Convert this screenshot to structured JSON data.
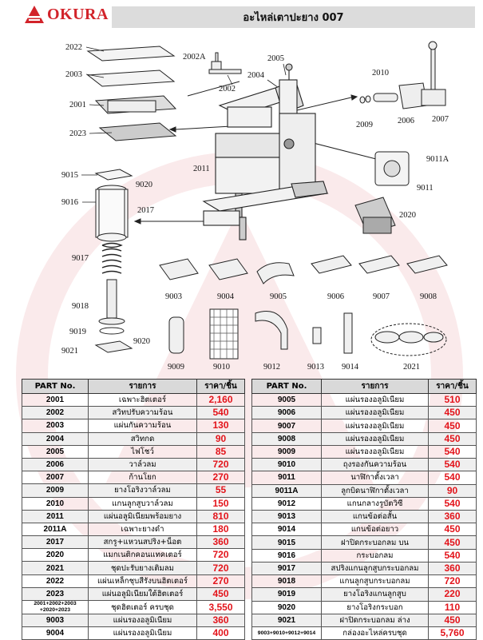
{
  "header": {
    "brand": "OKURA",
    "title": "อะไหล่เตาปะยาง 007"
  },
  "diagram": {
    "labels": [
      "2022",
      "2003",
      "2001",
      "2023",
      "2002A",
      "2002",
      "2005",
      "2004",
      "2010",
      "2009",
      "2006",
      "2007",
      "9011A",
      "9011",
      "2011",
      "2020",
      "9015",
      "9020",
      "9016",
      "2017",
      "9017",
      "9018",
      "9019",
      "9020",
      "9021",
      "9003",
      "9004",
      "9005",
      "9006",
      "9007",
      "9008",
      "9009",
      "9010",
      "9012",
      "9013",
      "9014",
      "2021"
    ]
  },
  "table_left": {
    "headers": [
      "PART No.",
      "รายการ",
      "ราคา/ชิ้น"
    ],
    "rows": [
      {
        "part": "2001",
        "name": "เฉพาะฮิตเตอร์",
        "price": "2,160"
      },
      {
        "part": "2002",
        "name": "สวิทปรับความร้อน",
        "price": "540"
      },
      {
        "part": "2003",
        "name": "แผ่นกันความร้อน",
        "price": "130"
      },
      {
        "part": "2004",
        "name": "สวิทกด",
        "price": "90"
      },
      {
        "part": "2005",
        "name": "ไฟโชว์",
        "price": "85"
      },
      {
        "part": "2006",
        "name": "วาล์วลม",
        "price": "720"
      },
      {
        "part": "2007",
        "name": "ก้านโยก",
        "price": "270"
      },
      {
        "part": "2009",
        "name": "ยางโอริงวาล์วลม",
        "price": "55"
      },
      {
        "part": "2010",
        "name": "แกนลูกสูบวาล์วลม",
        "price": "150"
      },
      {
        "part": "2011",
        "name": "แผ่นอลูมิเนียมพร้อมยาง",
        "price": "810"
      },
      {
        "part": "2011A",
        "name": "เฉพาะยางดำ",
        "price": "180"
      },
      {
        "part": "2017",
        "name": "สกรู+แหวนสปริง+น็อต",
        "price": "360"
      },
      {
        "part": "2020",
        "name": "แมกเนติกคอนแทคเตอร์",
        "price": "720"
      },
      {
        "part": "2021",
        "name": "ชุดปะรับยางเติมลม",
        "price": "720"
      },
      {
        "part": "2022",
        "name": "แผ่นเหล็กชุบสีรังบนฮิตเตอร์",
        "price": "270"
      },
      {
        "part": "2023",
        "name": "แผ่นอลูมิเนียมใต้ฮิตเตอร์",
        "price": "450"
      },
      {
        "part": "2001+2002+2003\n+2020+2023",
        "name": "ชุดฮิตเตอร์ ครบชุด",
        "price": "3,550"
      },
      {
        "part": "9003",
        "name": "แผ่นรองอลูมิเนียม",
        "price": "360"
      },
      {
        "part": "9004",
        "name": "แผ่นรองอลูมิเนียม",
        "price": "400"
      }
    ]
  },
  "table_right": {
    "headers": [
      "PART No.",
      "รายการ",
      "ราคา/ชิ้น"
    ],
    "rows": [
      {
        "part": "9005",
        "name": "แผ่นรองอลูมิเนียม",
        "price": "510"
      },
      {
        "part": "9006",
        "name": "แผ่นรองอลูมิเนียม",
        "price": "450"
      },
      {
        "part": "9007",
        "name": "แผ่นรองอลูมิเนียม",
        "price": "450"
      },
      {
        "part": "9008",
        "name": "แผ่นรองอลูมิเนียม",
        "price": "450"
      },
      {
        "part": "9009",
        "name": "แผ่นรองอลูมิเนียม",
        "price": "540"
      },
      {
        "part": "9010",
        "name": "ถุงรองกันความร้อน",
        "price": "540"
      },
      {
        "part": "9011",
        "name": "นาฬิกาตั้งเวลา",
        "price": "540"
      },
      {
        "part": "9011A",
        "name": "ลูกบิดนาฬิกาตั้งเวลา",
        "price": "90"
      },
      {
        "part": "9012",
        "name": "แกนกลางรูบัตวิซี",
        "price": "540"
      },
      {
        "part": "9013",
        "name": "แกนข้อต่อสั้น",
        "price": "360"
      },
      {
        "part": "9014",
        "name": "แกนข้อต่อยาว",
        "price": "450"
      },
      {
        "part": "9015",
        "name": "ฝาปิดกระบอกลม บน",
        "price": "450"
      },
      {
        "part": "9016",
        "name": "กระบอกลม",
        "price": "540"
      },
      {
        "part": "9017",
        "name": "สปริงแกนลูกสูบกระบอกลม",
        "price": "360"
      },
      {
        "part": "9018",
        "name": "แกนลูกสูบกระบอกลม",
        "price": "720"
      },
      {
        "part": "9019",
        "name": "ยางโอริงแกนลูกสูบ",
        "price": "220"
      },
      {
        "part": "9020",
        "name": "ยางโอริงกระบอก",
        "price": "110"
      },
      {
        "part": "9021",
        "name": "ฝาปิดกระบอกลม ล่าง",
        "price": "450"
      },
      {
        "part": "9003+9010+9012+9014",
        "name": "กล่องอะไหล่ครบชุด",
        "price": "5,760"
      }
    ]
  },
  "colors": {
    "brand_red": "#d2232a",
    "price_red": "#e3141b",
    "title_bg": "#dcdcdc"
  }
}
